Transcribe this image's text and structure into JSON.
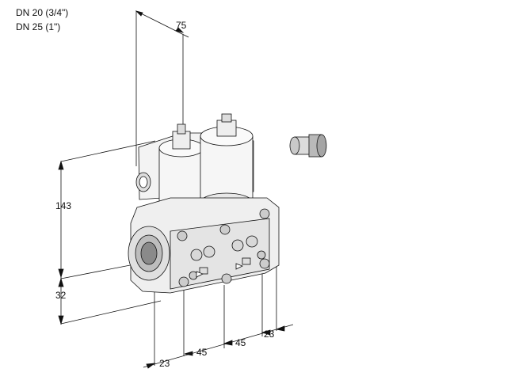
{
  "header": {
    "line1": "DN 20 (3/4\")",
    "line2": "DN 25 (1\")"
  },
  "dimensions": {
    "top_depth": "75",
    "height_total": "143",
    "height_lower": "32",
    "bottom_1": "23",
    "bottom_2": "45",
    "bottom_3": "45",
    "bottom_4": "23"
  }
}
